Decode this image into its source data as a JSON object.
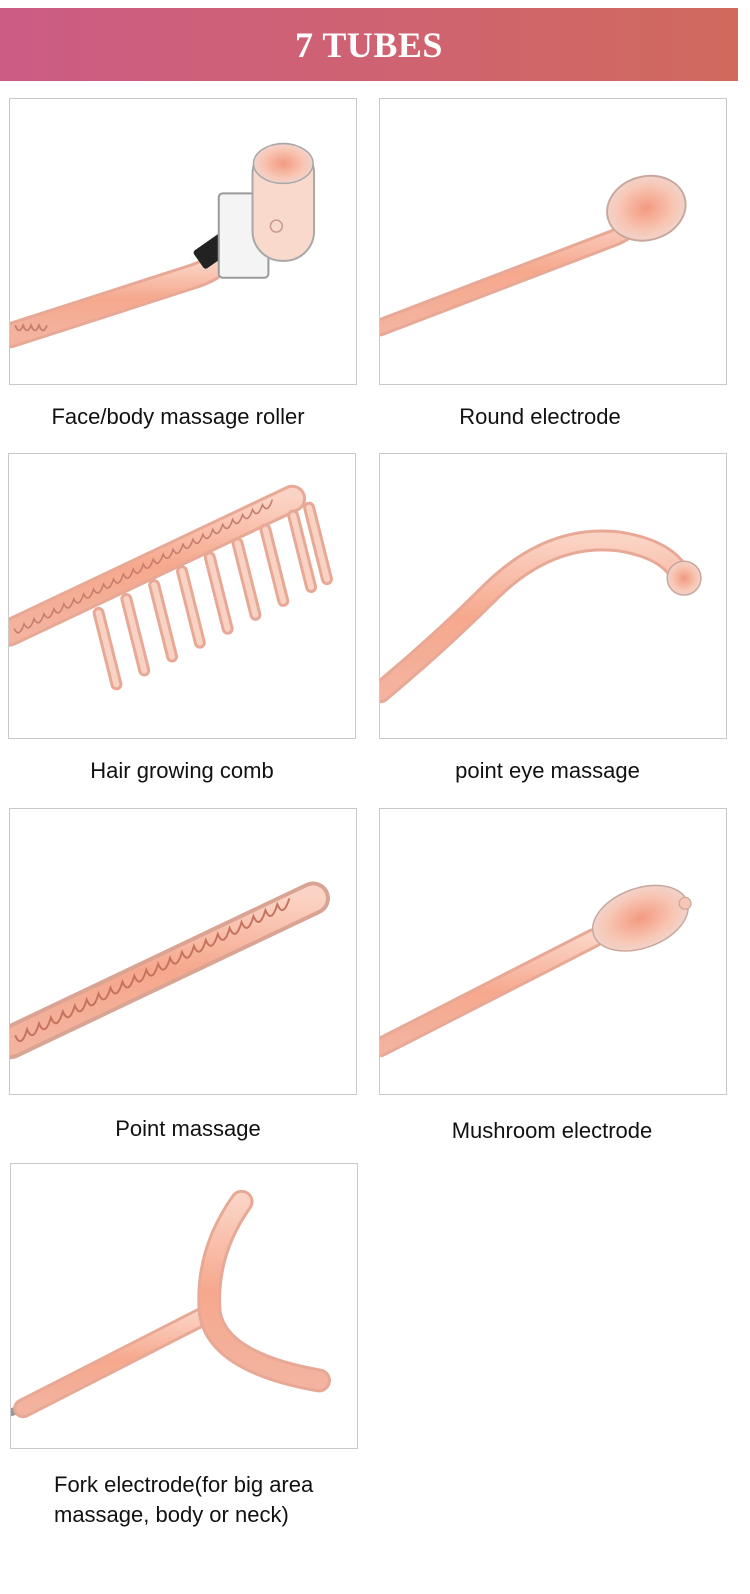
{
  "banner": {
    "title": "7 TUBES"
  },
  "tubes": [
    {
      "caption": "Face/body massage roller",
      "icon": "roller-electrode-icon"
    },
    {
      "caption": "Round electrode",
      "icon": "round-electrode-icon"
    },
    {
      "caption": "Hair growing comb",
      "icon": "comb-electrode-icon"
    },
    {
      "caption": "point eye massage",
      "icon": "point-eye-electrode-icon"
    },
    {
      "caption": "Point massage",
      "icon": "spiral-electrode-icon"
    },
    {
      "caption": "Mushroom electrode",
      "icon": "mushroom-electrode-icon"
    },
    {
      "caption_line1": "Fork electrode(for big area",
      "caption_line2": "massage, body or neck)",
      "icon": "fork-electrode-icon"
    }
  ],
  "colors": {
    "banner_start": "#cc5c85",
    "banner_end": "#d06a5d",
    "tube_glass": "#f7b39a",
    "tube_core": "#f08e74"
  }
}
